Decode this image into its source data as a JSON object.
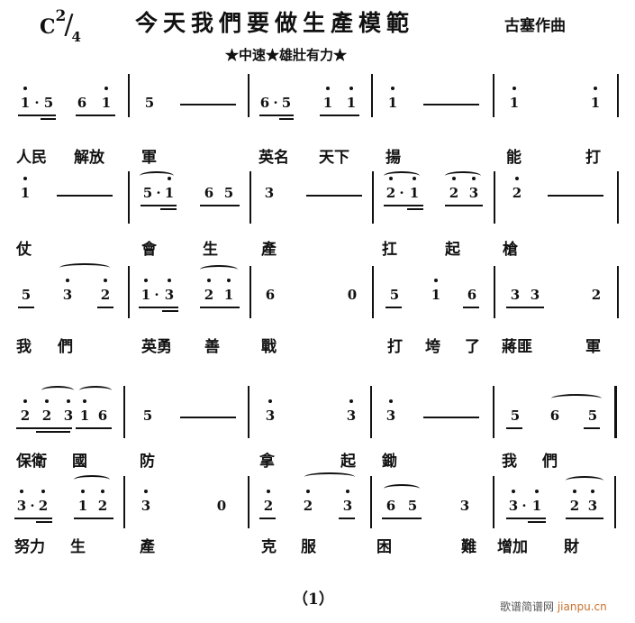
{
  "header": {
    "key": "C",
    "time_sig_top": "2",
    "time_sig_bottom": "4",
    "title": "今天我們要做生產模範",
    "composer": "古塞作曲",
    "tempo": "★中速★雄壯有力★"
  },
  "rows": [
    {
      "notes": [
        "i·5",
        "6 i",
        "5",
        "—",
        "6·5",
        "i i",
        "i",
        "—",
        "i",
        "i"
      ],
      "lyrics": [
        "人民",
        "解放",
        "軍",
        "英名",
        "天下",
        "揚",
        "能",
        "打"
      ]
    },
    {
      "notes": [
        "i",
        "—",
        "5·i",
        "6 5",
        "3",
        "—",
        "2·i",
        "2 3",
        "2",
        "—"
      ],
      "lyrics": [
        "仗",
        "會",
        "生",
        "產",
        "扛",
        "起",
        "槍"
      ]
    },
    {
      "notes": [
        "5",
        "3",
        "2",
        "i·3",
        "2 i",
        "6",
        "0",
        "5",
        "i",
        "6",
        "3 3",
        "2"
      ],
      "lyrics": [
        "我",
        "們",
        "英勇",
        "善",
        "戰",
        "打",
        "垮",
        "了",
        "蔣匪",
        "軍"
      ]
    },
    {
      "notes": [
        "2 2 3 i 6",
        "5",
        "—",
        "3",
        "3",
        "3",
        "—",
        "5",
        "6",
        "5"
      ],
      "lyrics": [
        "保衛",
        "國",
        "防",
        "拿",
        "起",
        "鋤",
        "我",
        "們"
      ]
    },
    {
      "notes": [
        "3·2",
        "i 2",
        "3",
        "0",
        "2",
        "2",
        "3",
        "6 5",
        "3",
        "3·i",
        "2 3"
      ],
      "lyrics": [
        "努力",
        "生",
        "產",
        "克",
        "服",
        "困",
        "難",
        "增加",
        "財"
      ]
    }
  ],
  "footer": {
    "page_number": "（1）",
    "watermark_cn": "歌谱简谱网",
    "watermark_site": "jianpu.cn"
  }
}
